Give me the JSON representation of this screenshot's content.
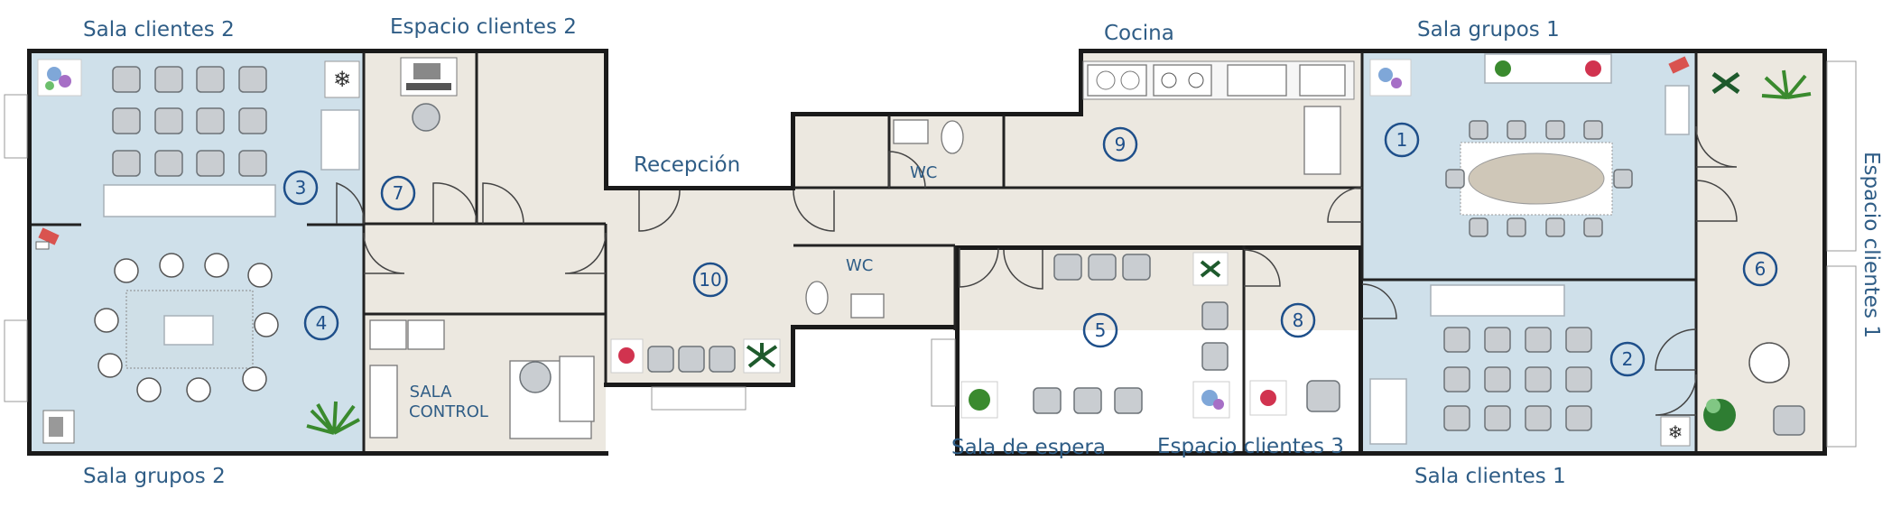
{
  "title": "",
  "colors": {
    "blue_room": "#cfe0ea",
    "beige_room": "#ece8e0",
    "wall": "#1a1a1a",
    "label": "#2f5d86",
    "number": "#1e4f8a"
  },
  "labels": {
    "sala_clientes_2": "Sala clientes 2",
    "espacio_clientes_2": "Espacio clientes 2",
    "cocina": "Cocina",
    "sala_grupos_1": "Sala grupos 1",
    "recepcion": "Recepción",
    "espacio_clientes_1": "Espacio clientes 1",
    "sala_grupos_2": "Sala grupos 2",
    "sala_de_espera": "Sala de espera",
    "espacio_clientes_3": "Espacio clientes 3",
    "sala_clientes_1": "Sala clientes 1",
    "wc_top": "WC",
    "wc_bottom": "WC",
    "sala_control_line1": "SALA",
    "sala_control_line2": "CONTROL"
  },
  "room_numbers": [
    "1",
    "2",
    "3",
    "4",
    "5",
    "6",
    "7",
    "8",
    "9",
    "10"
  ],
  "icons": [
    "flower-icon",
    "plant-icon",
    "snowflake-icon",
    "camera-icon",
    "computer-icon",
    "sink-icon",
    "stove-icon",
    "toilet-icon"
  ]
}
